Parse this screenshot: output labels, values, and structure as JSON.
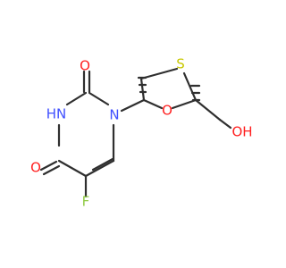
{
  "molecule": {
    "atoms": {
      "O1": "O",
      "O2": "O",
      "N1": "N",
      "HN": "HN",
      "F": "F",
      "S": "S",
      "O3": "O",
      "OH": "OH"
    }
  },
  "colors": {
    "bond": "#2f2f2f",
    "oxygen": "#ff1f1f",
    "nitrogen": "#3f4fff",
    "fluorine": "#8fca43",
    "sulfur": "#c8c800"
  }
}
